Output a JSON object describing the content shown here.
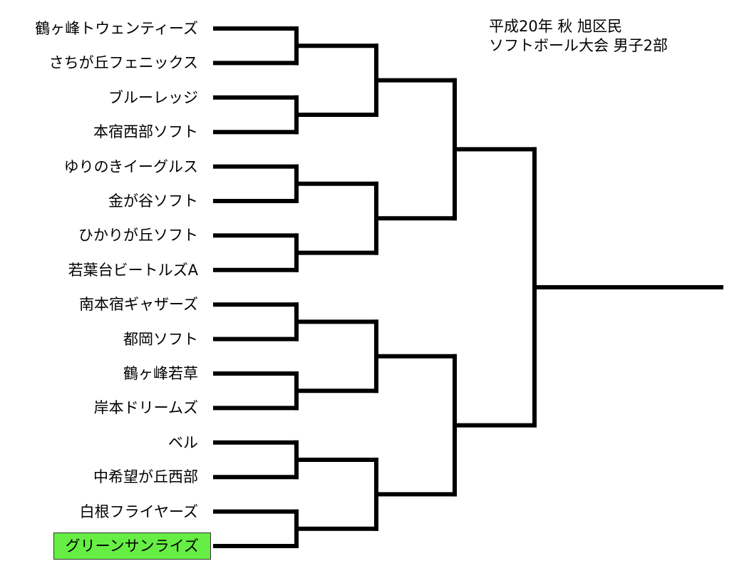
{
  "title": {
    "line1": "平成20年 秋 旭区民",
    "line2": "ソフトボール大会 男子2部"
  },
  "teams": [
    {
      "name": "鶴ヶ峰トウェンティーズ",
      "highlighted": false
    },
    {
      "name": "さちが丘フェニックス",
      "highlighted": false
    },
    {
      "name": "ブルーレッジ",
      "highlighted": false
    },
    {
      "name": "本宿西部ソフト",
      "highlighted": false
    },
    {
      "name": "ゆりのきイーグルス",
      "highlighted": false
    },
    {
      "name": "金が谷ソフト",
      "highlighted": false
    },
    {
      "name": "ひかりが丘ソフト",
      "highlighted": false
    },
    {
      "name": "若葉台ビートルズA",
      "highlighted": false
    },
    {
      "name": "南本宿ギャザーズ",
      "highlighted": false
    },
    {
      "name": "都岡ソフト",
      "highlighted": false
    },
    {
      "name": "鶴ヶ峰若草",
      "highlighted": false
    },
    {
      "name": "岸本ドリームズ",
      "highlighted": false
    },
    {
      "name": "ベル",
      "highlighted": false
    },
    {
      "name": "中希望が丘西部",
      "highlighted": false
    },
    {
      "name": "白根フライヤーズ",
      "highlighted": false
    },
    {
      "name": "グリーンサンライズ",
      "highlighted": true
    }
  ],
  "colors": {
    "line": "#000000",
    "highlight": "#66ee44"
  }
}
